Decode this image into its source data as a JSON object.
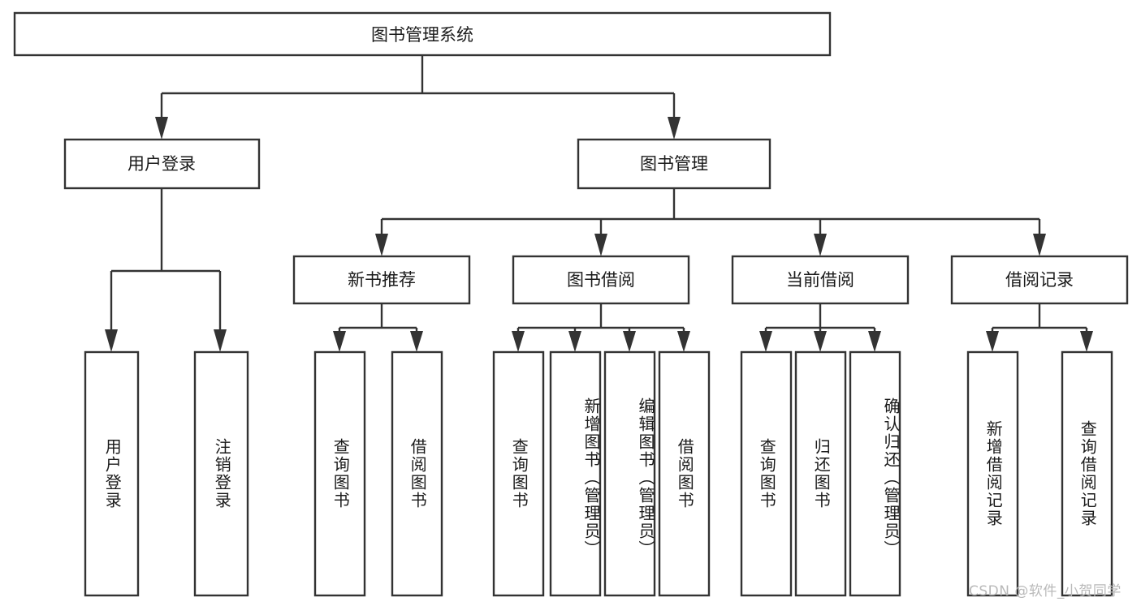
{
  "diagram": {
    "type": "tree-hierarchy-chart",
    "title": "图书管理系统",
    "orientation": "top-down",
    "background_color": "#ffffff",
    "stroke_color": "#333333",
    "text_color": "#1a1a1a",
    "root": {
      "id": "root",
      "label": "图书管理系统",
      "level": 0
    },
    "level1": [
      {
        "id": "user-login",
        "label": "用户登录",
        "level": 1
      },
      {
        "id": "book-management",
        "label": "图书管理",
        "level": 1
      }
    ],
    "level2": [
      {
        "id": "new-book-recommend",
        "label": "新书推荐",
        "parent": "book-management",
        "level": 2
      },
      {
        "id": "book-borrow",
        "label": "图书借阅",
        "parent": "book-management",
        "level": 2
      },
      {
        "id": "current-borrow",
        "label": "当前借阅",
        "parent": "book-management",
        "level": 2
      },
      {
        "id": "borrow-record",
        "label": "借阅记录",
        "parent": "book-management",
        "level": 2
      }
    ],
    "leaves": [
      {
        "id": "leaf-user-login",
        "label": "用户登录",
        "parent": "user-login"
      },
      {
        "id": "leaf-logout",
        "label": "注销登录",
        "parent": "user-login"
      },
      {
        "id": "leaf-query-book-1",
        "label": "查询图书",
        "parent": "new-book-recommend"
      },
      {
        "id": "leaf-borrow-book-1",
        "label": "借阅图书",
        "parent": "new-book-recommend"
      },
      {
        "id": "leaf-query-book-2",
        "label": "查询图书",
        "parent": "book-borrow"
      },
      {
        "id": "leaf-add-book",
        "label": "新增图书（管理员）",
        "parent": "book-borrow"
      },
      {
        "id": "leaf-edit-book",
        "label": "编辑图书（管理员）",
        "parent": "book-borrow"
      },
      {
        "id": "leaf-borrow-book-2",
        "label": "借阅图书",
        "parent": "book-borrow"
      },
      {
        "id": "leaf-query-book-3",
        "label": "查询图书",
        "parent": "current-borrow"
      },
      {
        "id": "leaf-return-book",
        "label": "归还图书",
        "parent": "current-borrow"
      },
      {
        "id": "leaf-confirm-return",
        "label": "确认归还（管理员）",
        "parent": "current-borrow"
      },
      {
        "id": "leaf-add-record",
        "label": "新增借阅记录",
        "parent": "borrow-record"
      },
      {
        "id": "leaf-query-record",
        "label": "查询借阅记录",
        "parent": "borrow-record"
      }
    ]
  },
  "watermark": {
    "text": "CSDN @软件_小贺同学",
    "color": "#b9b9b9"
  }
}
